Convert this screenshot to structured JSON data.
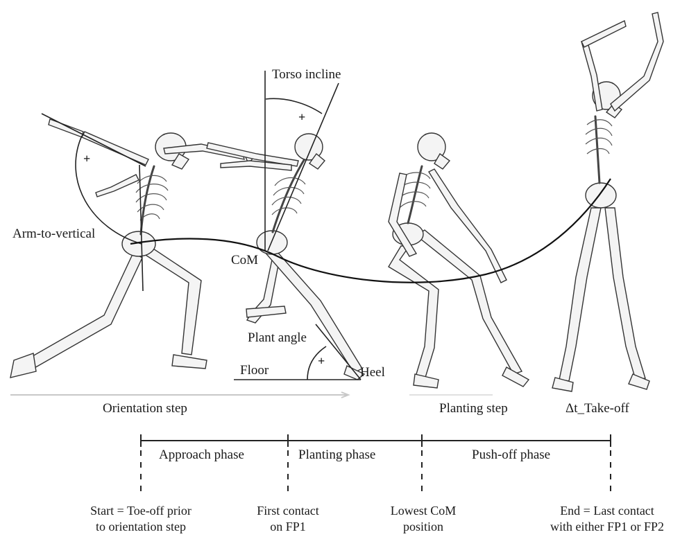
{
  "labels": {
    "torso_incline": "Torso incline",
    "arm_to_vertical": "Arm-to-vertical",
    "com": "CoM",
    "plant_angle": "Plant angle",
    "floor": "Floor",
    "heel": "Heel",
    "plus": "+",
    "orientation_step": "Orientation step",
    "planting_step": "Planting step",
    "take_off": "Δt_Take-off"
  },
  "phases": [
    {
      "label": "Approach phase"
    },
    {
      "label": "Planting phase"
    },
    {
      "label": "Push-off phase"
    }
  ],
  "events": [
    {
      "line1": "Start = Toe-off prior",
      "line2": "to orientation step"
    },
    {
      "line1": "First contact",
      "line2": "on FP1"
    },
    {
      "line1": "Lowest CoM",
      "line2": "position"
    },
    {
      "line1": "End = Last contact",
      "line2": "with either FP1 or FP2"
    }
  ]
}
